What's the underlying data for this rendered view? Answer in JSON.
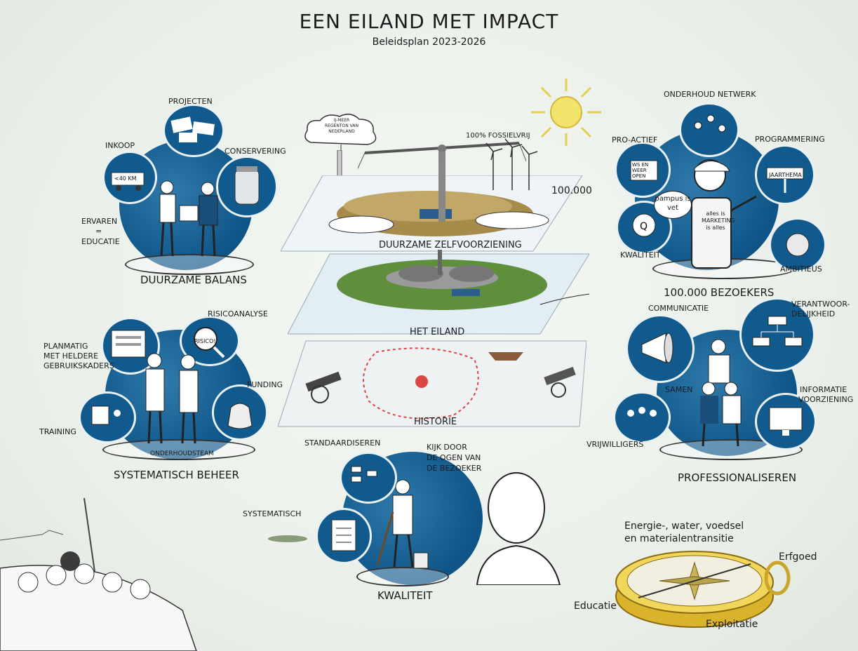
{
  "header": {
    "title": "EEN EILAND MET IMPACT",
    "subtitle": "Beleidsplan 2023-2026"
  },
  "duurzame_balans": {
    "heading": "DUURZAME BALANS",
    "labels": [
      "PROJECTEN",
      "INKOOP",
      "CONSERVERING",
      "ERVAREN",
      "=",
      "EDUCATIE"
    ],
    "truck_text": "<40 KM"
  },
  "center_stack": {
    "cloud_text": "IJ-MEER REGENTON VAN NEDERLAND",
    "fossil_free": "100% FOSSIELVRIJ",
    "count": "100.000",
    "layer1": "DUURZAME ZELFVOORZIENING",
    "layer2": "HET EILAND",
    "layer3": "HISTORIE"
  },
  "bezoekers": {
    "heading": "100.000 BEZOEKERS",
    "labels": [
      "ONDERHOUD NETWERK",
      "PRO-ACTIEF",
      "PROGRAMMERING",
      "KWALITEIT",
      "AMBITIEUS"
    ],
    "speech": "pampus is vet",
    "shirt": "alles is MARKETING is alles",
    "sign": "JAARTHEMA",
    "board": "WS EN WEER OPEN"
  },
  "systematisch_beheer": {
    "heading": "SYSTEMATISCH BEHEER",
    "labels": [
      "RISICOANALYSE",
      "PLANMATIG",
      "MET HELDERE",
      "GEBRUIKSKADERS",
      "FUNDING",
      "TRAINING",
      "ONDERHOUDSTEAM"
    ],
    "magnifier": "RISICO!"
  },
  "professionaliseren": {
    "heading": "PROFESSIONALISEREN",
    "labels": [
      "COMMUNICATIE",
      "VERANTWOOR-",
      "DELIJKHEID",
      "SAMEN",
      "INFORMATIE",
      "VOORZIENING",
      "VRIJWILLIGERS"
    ]
  },
  "kwaliteit": {
    "heading": "KWALITEIT",
    "labels": [
      "STANDAARDISEREN",
      "SYSTEMATISCH"
    ],
    "eye_text": [
      "KIJK DOOR",
      "DE OGEN VAN",
      "DE BEZOEKER"
    ]
  },
  "compass": {
    "top": [
      "Energie-, water, voedsel",
      "en materialentransitie"
    ],
    "right": "Erfgoed",
    "left": "Educatie",
    "bottom": "Exploitatie"
  },
  "colors": {
    "blue": "#0f5588",
    "gold": "#e7c63d",
    "sun": "#f2e36c"
  }
}
